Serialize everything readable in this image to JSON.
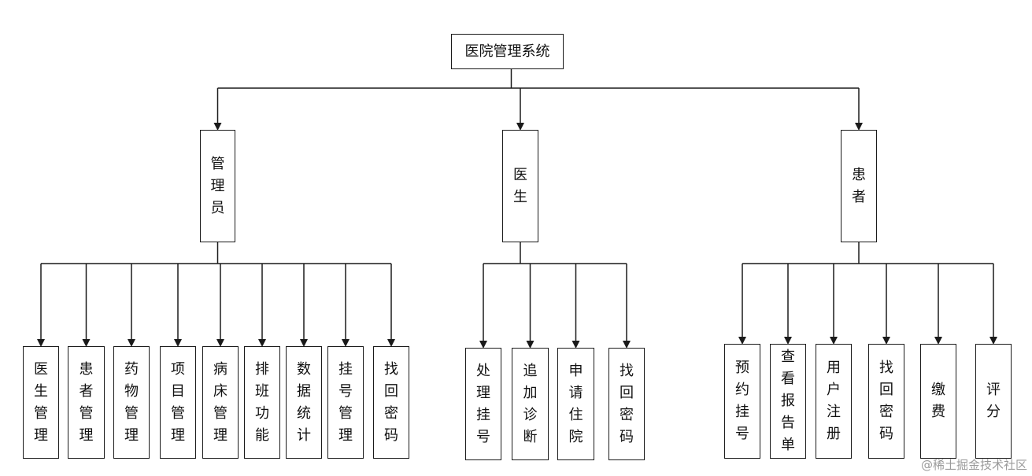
{
  "diagram": {
    "root": "医院管理系统",
    "branches": [
      {
        "label": "管理员",
        "children": [
          "医生管理",
          "患者管理",
          "药物管理",
          "项目管理",
          "病床管理",
          "排班功能",
          "数据统计",
          "挂号管理",
          "找回密码"
        ]
      },
      {
        "label": "医生",
        "children": [
          "处理挂号",
          "追加诊断",
          "申请住院",
          "找回密码"
        ]
      },
      {
        "label": "患者",
        "children": [
          "预约挂号",
          "查看报告单",
          "用户注册",
          "找回密码",
          "缴费",
          "评分"
        ]
      }
    ]
  },
  "watermark": "@稀土掘金技术社区"
}
